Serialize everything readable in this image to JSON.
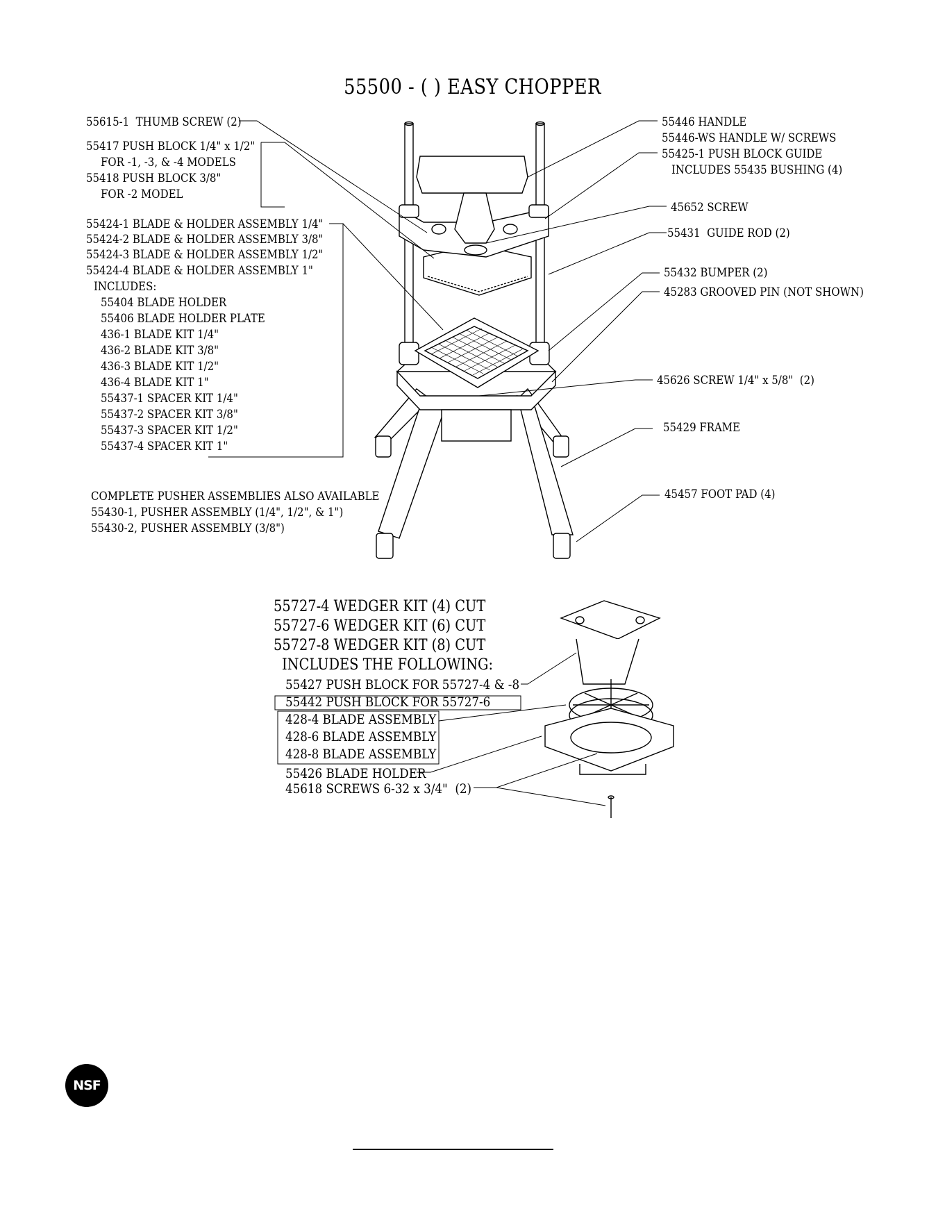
{
  "title": "55500 - (  )  EASY CHOPPER",
  "left_labels": {
    "thumb_screw": "55615-1  THUMB SCREW (2)",
    "push_block_quarter": "55417 PUSH BLOCK 1/4\" x 1/2\"",
    "for_models_134": "FOR -1, -3, & -4 MODELS",
    "push_block_38": "55418 PUSH BLOCK 3/8\"",
    "for_model_2": "FOR -2 MODEL",
    "blade_holder_lines": [
      "55424-1 BLADE & HOLDER ASSEMBLY 1/4\"",
      "55424-2 BLADE & HOLDER ASSEMBLY 3/8\"",
      "55424-3 BLADE & HOLDER ASSEMBLY 1/2\"",
      "55424-4 BLADE & HOLDER ASSEMBLY 1\""
    ],
    "includes": "INCLUDES:",
    "includes_items": [
      "55404 BLADE HOLDER",
      "55406 BLADE HOLDER PLATE",
      "436-1 BLADE KIT 1/4\"",
      "436-2 BLADE KIT 3/8\"",
      "436-3 BLADE KIT 1/2\"",
      "436-4 BLADE KIT 1\"",
      "55437-1 SPACER KIT 1/4\"",
      "55437-2 SPACER KIT 3/8\"",
      "55437-3 SPACER KIT 1/2\"",
      "55437-4 SPACER KIT 1\""
    ],
    "pusher_lines": [
      "COMPLETE PUSHER ASSEMBLIES ALSO AVAILABLE",
      "55430-1, PUSHER ASSEMBLY (1/4\", 1/2\", & 1\")",
      "55430-2, PUSHER ASSEMBLY (3/8\")"
    ]
  },
  "right_labels": {
    "handle": "55446 HANDLE",
    "handle_ws": "55446-WS HANDLE W/ SCREWS",
    "push_guide": "55425-1 PUSH BLOCK GUIDE",
    "bushing": "INCLUDES 55435 BUSHING (4)",
    "screw": "45652 SCREW",
    "guide_rod": "55431  GUIDE ROD (2)",
    "bumper": "55432 BUMPER (2)",
    "grooved_pin": "45283 GROOVED PIN (NOT SHOWN)",
    "screw_quarter": "45626 SCREW 1/4\" x 5/8\"  (2)",
    "frame": "55429 FRAME",
    "foot_pad": "45457 FOOT PAD (4)"
  },
  "wedger": {
    "kits": [
      "55727-4 WEDGER KIT (4) CUT",
      "55727-6 WEDGER KIT (6) CUT",
      "55727-8 WEDGER KIT (8) CUT"
    ],
    "includes": "INCLUDES THE FOLLOWING:",
    "push_block_48": "55427 PUSH BLOCK FOR 55727-4 & -8",
    "push_block_6": "55442 PUSH BLOCK FOR 55727-6",
    "blade_assemblies": [
      "428-4 BLADE ASSEMBLY",
      "428-6 BLADE ASSEMBLY",
      "428-8 BLADE ASSEMBLY"
    ],
    "blade_holder": "55426 BLADE HOLDER",
    "screws": "45618 SCREWS 6-32 x 3/4\"  (2)"
  },
  "logo": "NSF"
}
